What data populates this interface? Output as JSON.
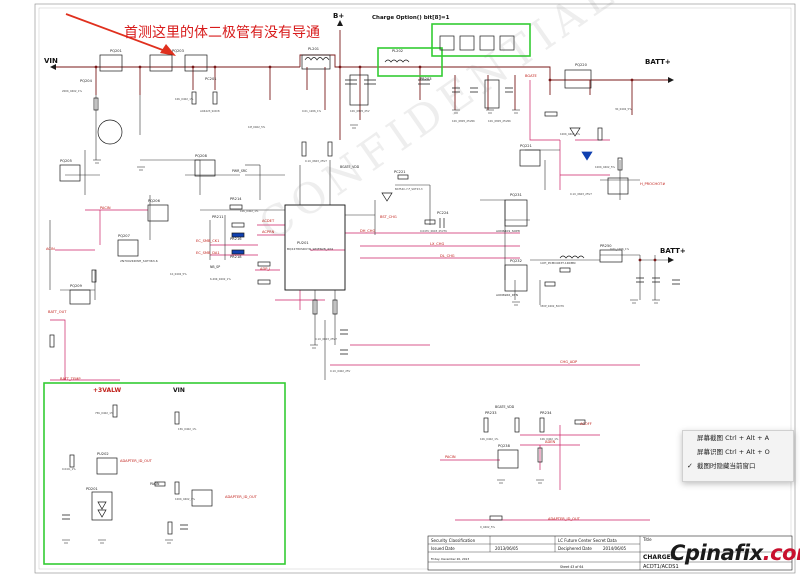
{
  "annotation": "首测这里的体二极管有没有导通",
  "rails": {
    "vin_left": "VIN",
    "bplus": "B+",
    "batt_right": "BATT+",
    "batt_mid": "BATT+",
    "alw_3v": "+3VALW",
    "vin_box": "VIN"
  },
  "charge_option": "Charge Option() bit[8]=1",
  "watermark": "CONFIDENTIAL",
  "components": {
    "pq201": "PQ201",
    "pq202": "PQ202",
    "pq203": "PQ203",
    "pq204": "PQ204",
    "pc201": "PC201",
    "pl201": "PL201",
    "pr203": "PR203",
    "pq231": "PQ231",
    "pq232": "PQ232",
    "pu201": "PU201",
    "pr211": "PR211",
    "pr214": "PR214",
    "pr216": "PR216",
    "pr218": "PR218",
    "pq205": "PQ205",
    "pq206": "PQ206",
    "pq207": "PQ207",
    "pq208": "PQ208",
    "pq209": "PQ209",
    "pq221": "PQ221",
    "pl202": "PL202",
    "pr250": "PR250",
    "pq220": "PQ220",
    "pu202": "PU202",
    "pd201": "PD201",
    "pc221": "PC221",
    "pc224": "PC224",
    "pr233": "PR233",
    "pr234": "PR234",
    "pq238": "PQ238"
  },
  "part_numbers": {
    "charger_ic": "BQ24780SRUYR_WQFN28_4X4",
    "fet_a": "AON6409_SOP8",
    "fet_b": "AON6966_DFN",
    "fet_c": "2N7002KDWH_SOT363-6",
    "pl_val": "1UH_PCMC063T-1R0MN"
  },
  "signals": {
    "acin": "ACIN",
    "acdet": "ACDET",
    "acprn": "ACPRN",
    "adapter_id": "ADAPTER_ID_OUT",
    "ec_smb_ck1": "EC_SMB_CK1",
    "ec_smb_da1": "EC_SMB_DA1",
    "batt_temp": "BATT_TEMP",
    "batt_out": "BATT_OUT",
    "pacin": "PACIN",
    "h_prochot": "H_PROCHOT#",
    "vin_left_sig": "VIN",
    "nb_sp": "NB_SP",
    "adp_i": "ADP_I",
    "pwr_src": "PWR_SRC",
    "dh_chg": "DH_CHG",
    "lx_chg": "LX_CHG",
    "dl_chg": "DL_CHG",
    "bst_chg": "BST_CHG",
    "chg_adp": "CHG_ADP",
    "vcc_chg": "VCC_CHG",
    "bgate": "BGATE",
    "bgate_vdd": "BGATE_VDD",
    "aden": "ADEN",
    "pacin2": "PACIN",
    "acoff": "ACOFF",
    "adapter_id2": "ADAPTER_ID_OUT",
    "vsense": "ADAPTER_ID_OUT",
    "p_pacin": "PACIN"
  },
  "context_menu": {
    "item1": "屏幕截图 Ctrl + Alt + A",
    "item2": "屏幕识图 Ctrl + Alt + O",
    "item3": "截图时隐藏当前窗口"
  },
  "title_block": {
    "security": "Security Classification",
    "issued": "Issued Date",
    "issued_val": "2013/06/05",
    "compal": "LC Future Center Secret Data",
    "deciphered": "Deciphered Date",
    "deciphered_val": "2014/06/05",
    "title_label": "Title",
    "title": "CHARGER",
    "board": "ACDT1/ACDS1",
    "date": "Friday, December 20, 2013",
    "sheet": "Sheet 43 of 64"
  },
  "logo": {
    "main": "Cpinafix",
    "accent": ".com"
  },
  "colors": {
    "wire": "#7a1a1a",
    "wire_pink": "#cc2266",
    "box_green": "#33cc33",
    "arrow": "#e0301e",
    "part": "#1a1a1a",
    "label_red": "#c0201a",
    "label_blue": "#1040b0"
  }
}
